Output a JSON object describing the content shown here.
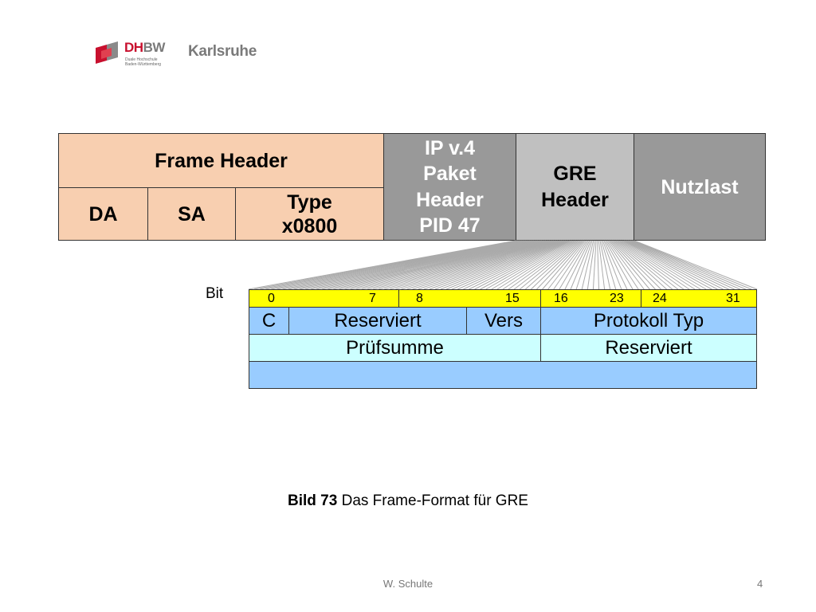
{
  "logo": {
    "brand_dh": "DH",
    "brand_bw": "BW",
    "sub1": "Duale Hochschule",
    "sub2": "Baden-Württemberg",
    "city": "Karlsruhe"
  },
  "frame": {
    "frame_header": "Frame Header",
    "da": "DA",
    "sa": "SA",
    "type_line1": "Type",
    "type_line2": "x0800",
    "ip_line1": "IP v.4",
    "ip_line2": "Paket",
    "ip_line3": "Header",
    "ip_line4": "PID 47",
    "gre_line1": "GRE",
    "gre_line2": "Header",
    "nutzlast": "Nutzlast"
  },
  "gre": {
    "bit_label": "Bit",
    "bits": [
      "0",
      "7",
      "8",
      "15",
      "16",
      "23",
      "24",
      "31"
    ],
    "c": "C",
    "reserviert1": "Reserviert",
    "vers": "Vers",
    "protokoll_typ": "Protokoll Typ",
    "pruefsumme": "Prüfsumme",
    "reserviert2": "Reserviert"
  },
  "caption": {
    "bold": "Bild 73",
    "text": " Das Frame-Format für GRE"
  },
  "footer": {
    "author": "W. Schulte",
    "page": "4"
  },
  "colors": {
    "peach": "#f8cfb0",
    "grey": "#999999",
    "light_grey": "#c0c0c0",
    "yellow": "#ffff00",
    "blue": "#99ccff",
    "cyan": "#ccffff"
  }
}
